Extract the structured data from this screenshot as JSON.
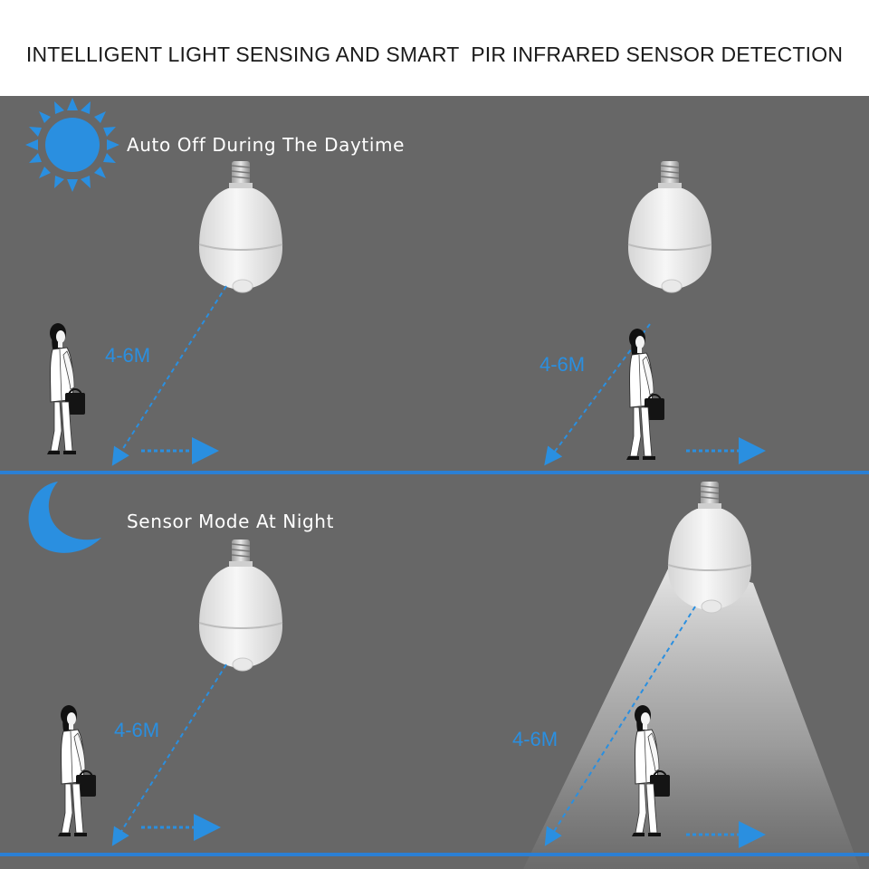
{
  "header": {
    "title": "INTELLIGENT LIGHT SENSING AND SMART  PIR INFRARED SENSOR DETECTION"
  },
  "day_panel": {
    "caption": "Auto Off During The Daytime",
    "icon": "sun-icon",
    "scenes": [
      {
        "distance": "4-6M",
        "bulb_lit": false
      },
      {
        "distance": "4-6M",
        "bulb_lit": false
      }
    ]
  },
  "night_panel": {
    "caption": "Sensor Mode At Night",
    "icon": "moon-icon",
    "scenes": [
      {
        "distance": "4-6M",
        "bulb_lit": false
      },
      {
        "distance": "4-6M",
        "bulb_lit": true
      }
    ]
  },
  "colors": {
    "accent_blue": "#2a8fe0",
    "panel_gray": "#676767",
    "floor_line": "#2b7fd4",
    "bulb_white": "#f2f2f2"
  }
}
